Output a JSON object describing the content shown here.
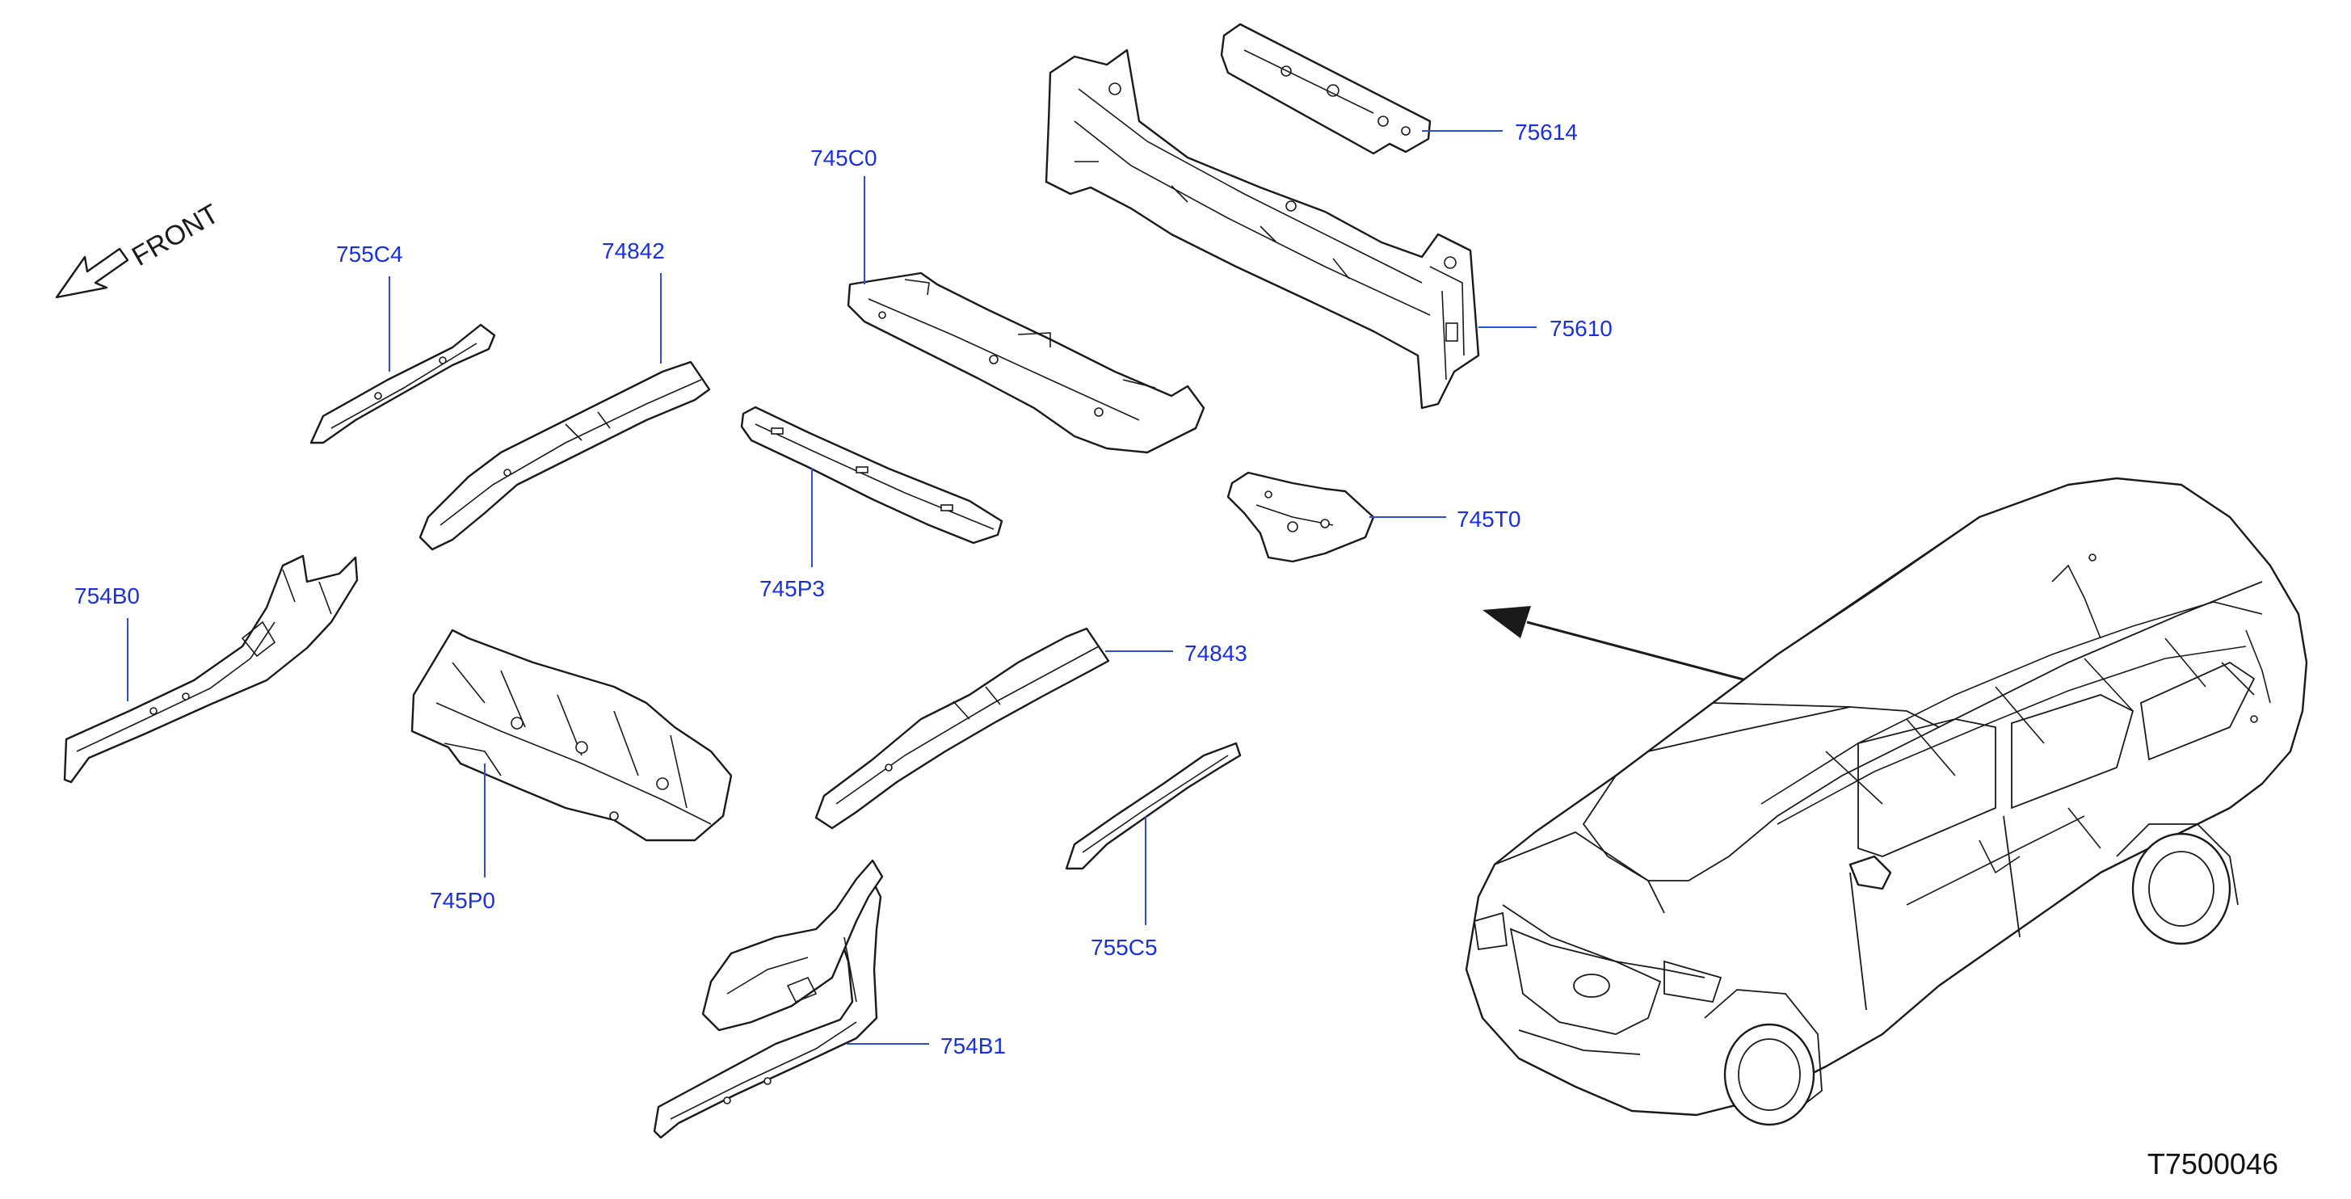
{
  "orientation": {
    "label": "FRONT",
    "icon": "front-arrow-icon"
  },
  "diagram_id": "T7500046",
  "callouts": [
    {
      "id": "75614"
    },
    {
      "id": "75610"
    },
    {
      "id": "745C0"
    },
    {
      "id": "755C4"
    },
    {
      "id": "74842"
    },
    {
      "id": "745P3"
    },
    {
      "id": "745T0"
    },
    {
      "id": "754B0"
    },
    {
      "id": "74843"
    },
    {
      "id": "745P0"
    },
    {
      "id": "755C5"
    },
    {
      "id": "754B1"
    }
  ],
  "colors": {
    "callout": "#1a2fe0",
    "line": "#1a1a1a",
    "leader": "#2b4fd6"
  }
}
